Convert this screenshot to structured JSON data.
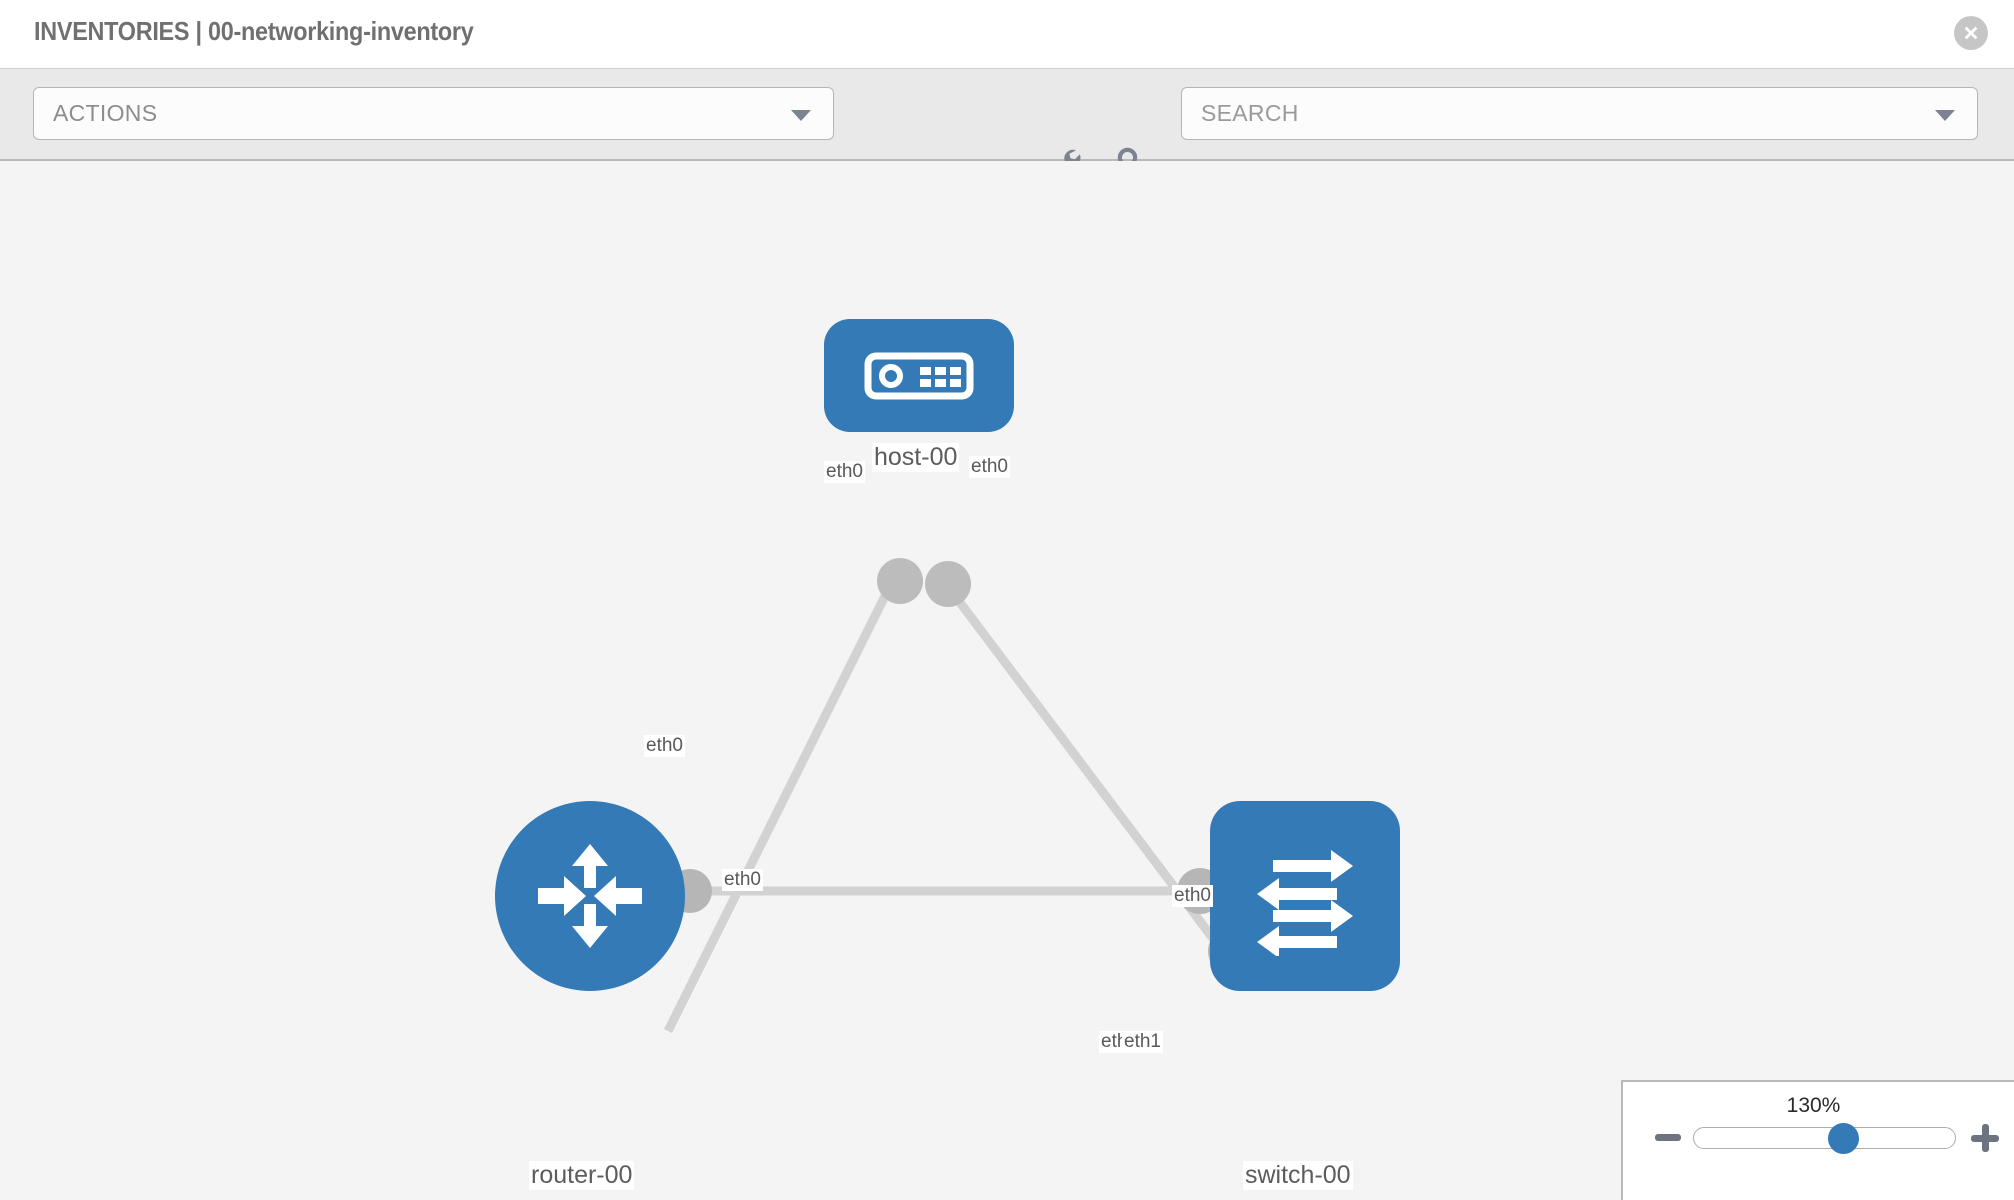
{
  "header": {
    "title": "INVENTORIES | 00-networking-inventory",
    "close_icon": "close-circle-icon"
  },
  "toolbar": {
    "actions_label": "ACTIONS",
    "actions_caret_icon": "chevron-down-icon",
    "wrench_icon": "wrench-icon",
    "key_icon": "key-icon",
    "search_placeholder": "SEARCH",
    "search_caret_icon": "chevron-down-icon"
  },
  "topology": {
    "accent_color": "#337ab7",
    "connector_color": "#b6b6b6",
    "edge_color": "#d2d2d2",
    "canvas_color": "#f4f4f4",
    "nodes": [
      {
        "id": "host-00",
        "label": "host-00",
        "type": "host",
        "icon": "server-appliance-icon",
        "shape": "rounded-square"
      },
      {
        "id": "router-00",
        "label": "router-00",
        "type": "router",
        "icon": "router-four-arrows-icon",
        "shape": "circle"
      },
      {
        "id": "switch-00",
        "label": "switch-00",
        "type": "switch",
        "icon": "switch-arrows-icon",
        "shape": "rounded-square"
      }
    ],
    "links": [
      {
        "source": "host-00",
        "target": "router-00",
        "source_port": "eth0",
        "target_port": "eth0"
      },
      {
        "source": "host-00",
        "target": "switch-00",
        "source_port": "eth0",
        "target_port": "eth0"
      },
      {
        "source": "router-00",
        "target": "switch-00",
        "source_port": "eth0",
        "target_port": "eth1",
        "target_port_overlap": "eth"
      }
    ],
    "port_labels": {
      "host_left": "eth0",
      "host_right": "eth0",
      "router_up": "eth0",
      "router_right": "eth0",
      "switch_up": "eth0",
      "switch_left_overlap": "eth",
      "switch_left": "eth1"
    }
  },
  "zoom_control": {
    "percent": "130%",
    "minus_label": "−",
    "plus_label": "+",
    "slider_value": 57
  }
}
